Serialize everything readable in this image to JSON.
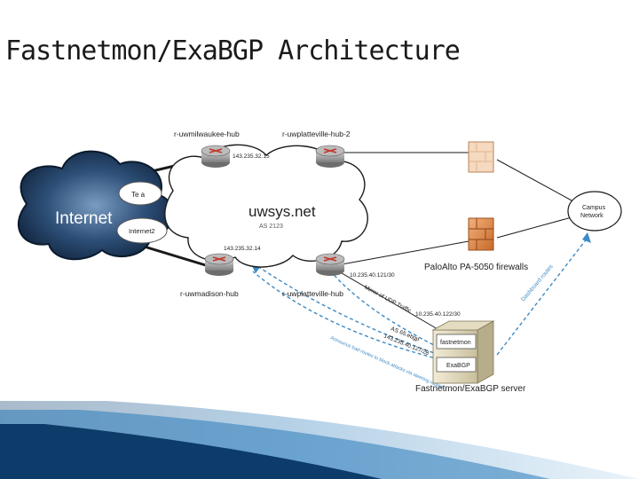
{
  "slide": {
    "title": "Fastnetmon/ExaBGP Architecture"
  },
  "diagram": {
    "internet": {
      "label": "Internet",
      "peers": [
        "Te a",
        "Internet2"
      ]
    },
    "cloud": {
      "label": "uwsys.net",
      "asn": "AS 2123"
    },
    "routers": [
      {
        "name": "r-uwmilwaukee-hub",
        "ip": "143.235.32.15"
      },
      {
        "name": "r-uwplatteville-hub-2",
        "ip": ""
      },
      {
        "name": "r-uwmadison-hub",
        "ip": "143.235.32.14"
      },
      {
        "name": "r-uwplatteville-hub",
        "ip": ""
      }
    ],
    "link_labels": {
      "hub_to_server_a": "10.235.40.121/30",
      "hub_to_server_b": "10.235.40.122/30",
      "mirror": "Mirror of UDP Traffic",
      "ebgp": "AS 65.ebgp",
      "ebgp_ip": "143.235.40.127/28",
      "announce": "Announce bad routes to block attacks via steering routers",
      "dashboard": "Dashboard routes"
    },
    "firewalls": {
      "label": "PaloAlto PA-5050 firewalls"
    },
    "campus": {
      "label": "Campus Network"
    },
    "server": {
      "label": "Fastnetmon/ExaBGP server",
      "apps": [
        "fastnetmon",
        "ExaBGP"
      ]
    }
  },
  "colors": {
    "internet_cloud": "#1d3a5c",
    "router": "#8a8a8a",
    "firewall": "#e0873a",
    "dashed_blue": "#3d8ac4",
    "footer_blue": "#2b7bb9"
  }
}
